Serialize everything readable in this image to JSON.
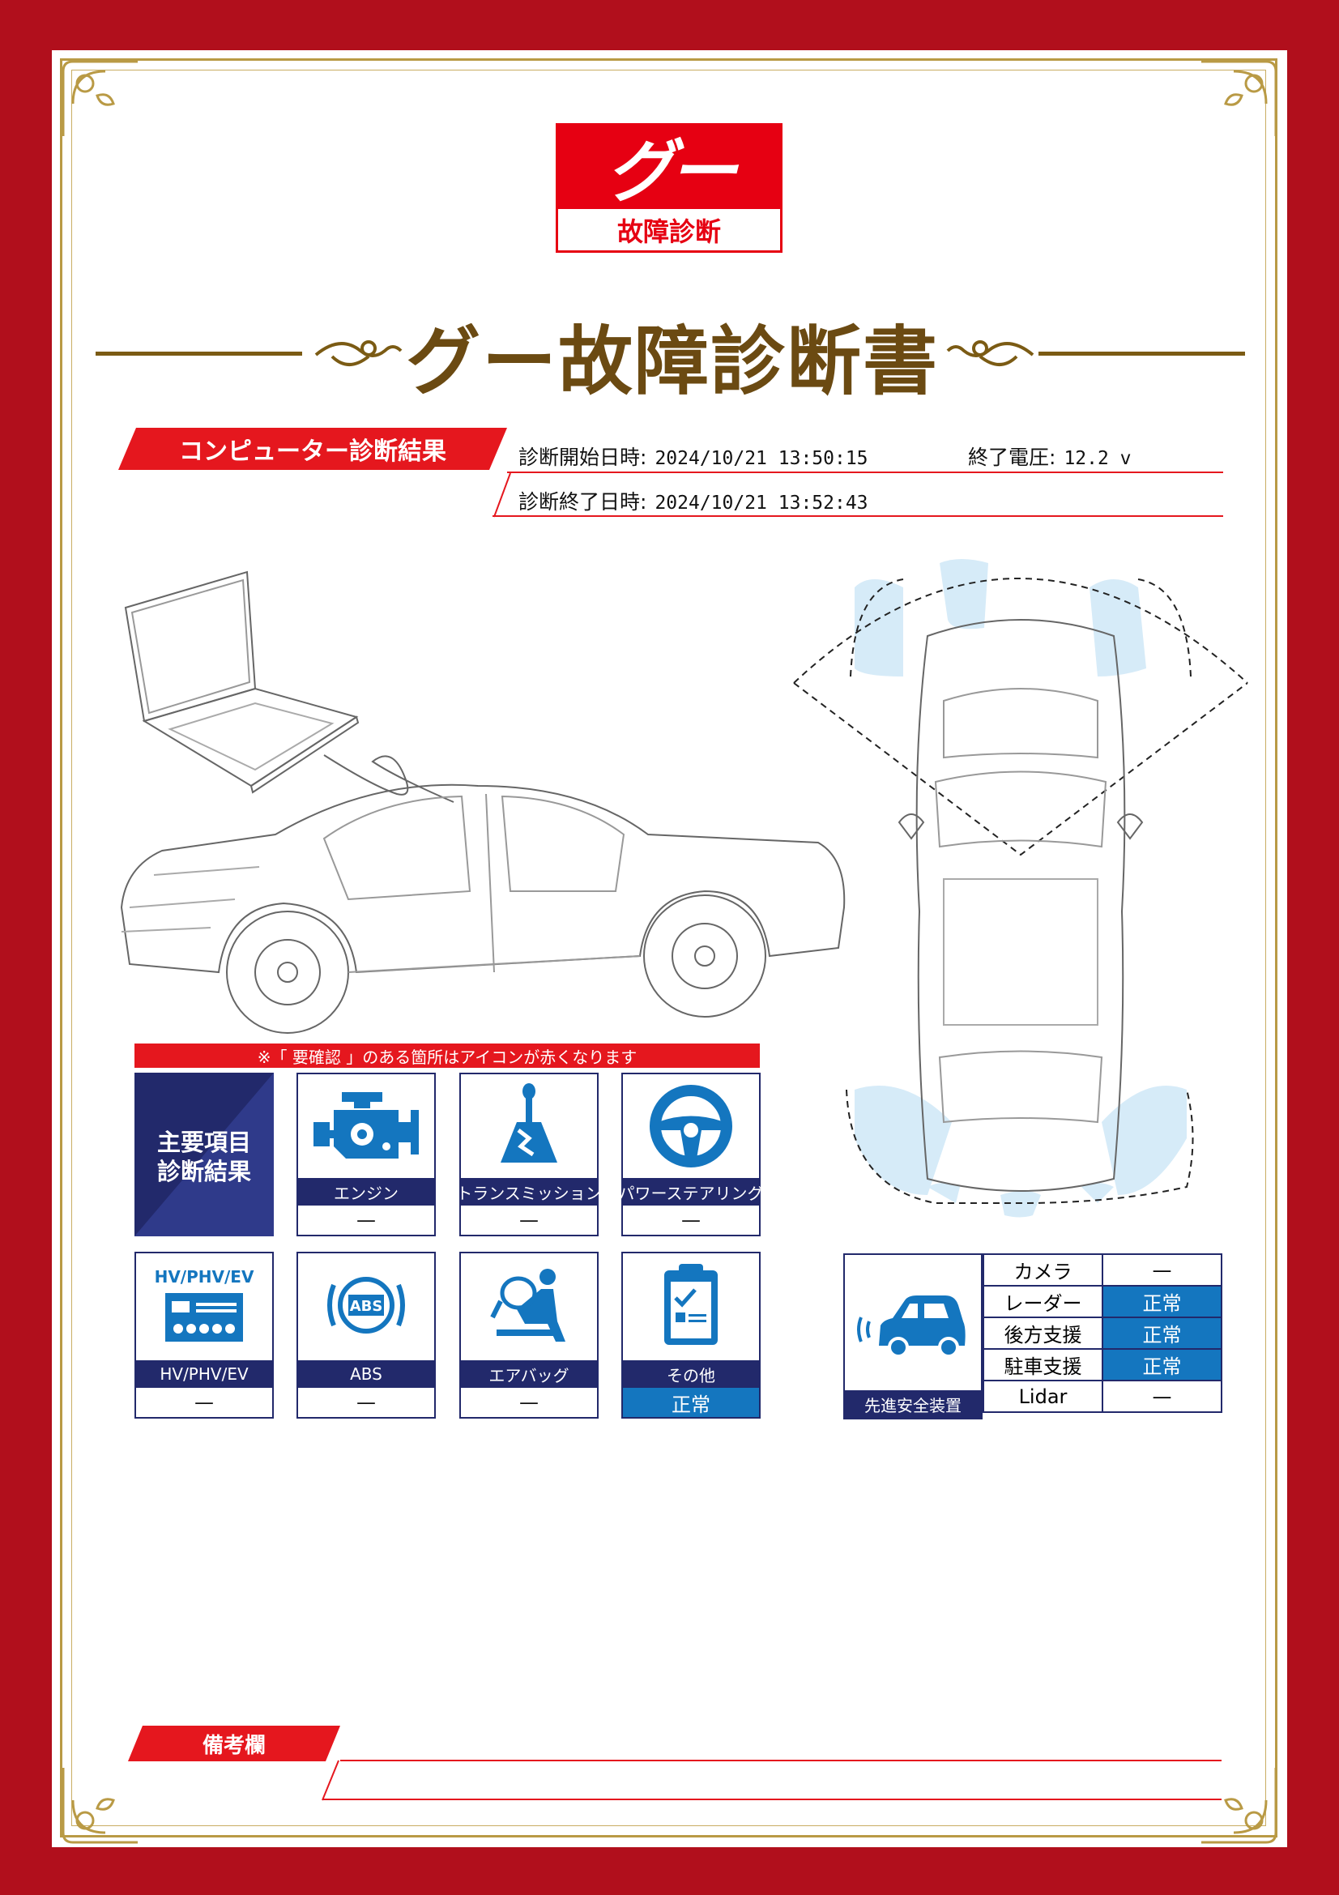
{
  "logo": {
    "mark": "グー",
    "subtitle": "故障診断"
  },
  "title": "グー故障診断書",
  "result_header": {
    "label": "コンピューター診断結果",
    "start_label": "診断開始日時:",
    "start_value": "2024/10/21 13:50:15",
    "voltage_label": "終了電圧:",
    "voltage_value": "12.2 v",
    "end_label": "診断終了日時:",
    "end_value": "2024/10/21 13:52:43"
  },
  "notice": "※「 要確認 」のある箇所はアイコンが赤くなります",
  "summary": {
    "line1": "主要項目",
    "line2": "診断結果"
  },
  "items": [
    {
      "label": "エンジン",
      "value": "—",
      "icon": "engine-icon"
    },
    {
      "label": "トランスミッション",
      "value": "—",
      "icon": "gear-shift-icon"
    },
    {
      "label": "パワーステアリング",
      "value": "—",
      "icon": "steering-wheel-icon"
    },
    {
      "label": "HV/PHV/EV",
      "value": "—",
      "icon": "battery-icon",
      "icon_text": "HV/PHV/EV"
    },
    {
      "label": "ABS",
      "value": "—",
      "icon": "abs-icon",
      "icon_text": "ABS"
    },
    {
      "label": "エアバッグ",
      "value": "—",
      "icon": "airbag-icon"
    },
    {
      "label": "その他",
      "value": "正常",
      "icon": "clipboard-icon"
    }
  ],
  "adas": {
    "label": "先進安全装置",
    "rows": [
      {
        "name": "カメラ",
        "value": "—"
      },
      {
        "name": "レーダー",
        "value": "正常"
      },
      {
        "name": "後方支援",
        "value": "正常"
      },
      {
        "name": "駐車支援",
        "value": "正常"
      },
      {
        "name": "Lidar",
        "value": "—"
      }
    ]
  },
  "remarks_label": "備考欄",
  "colors": {
    "brand_red": "#e5171e",
    "navy": "#22296b",
    "ok_blue": "#1476bf",
    "gold": "#6b4a12"
  }
}
